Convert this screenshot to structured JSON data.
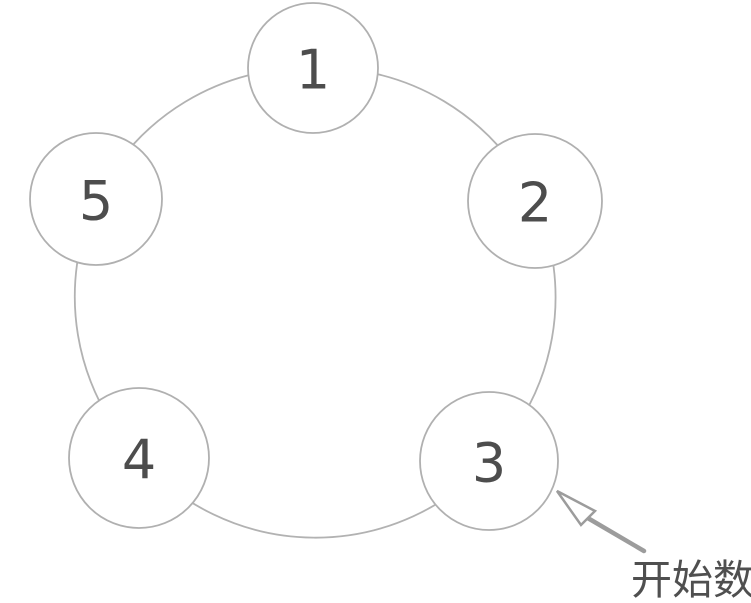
{
  "diagram": {
    "type": "cycle-diagram",
    "description": "Five circles numbered 1-5 arranged on a ring; an arrow marks circle 3 as the starting point",
    "nodes": [
      {
        "label": "1"
      },
      {
        "label": "2"
      },
      {
        "label": "3"
      },
      {
        "label": "4"
      },
      {
        "label": "5"
      }
    ],
    "annotation": {
      "label": "开始数",
      "points_to_node": "3"
    },
    "colors": {
      "background": "#ffffff",
      "ring_stroke": "#b2b2b2",
      "node_stroke": "#b0b0b0",
      "node_fill": "#ffffff",
      "number_color": "#4d4d4d",
      "arrow_color": "#9c9c9c",
      "arrowhead_fill": "#ffffff",
      "label_color": "#4f4f4f"
    }
  }
}
